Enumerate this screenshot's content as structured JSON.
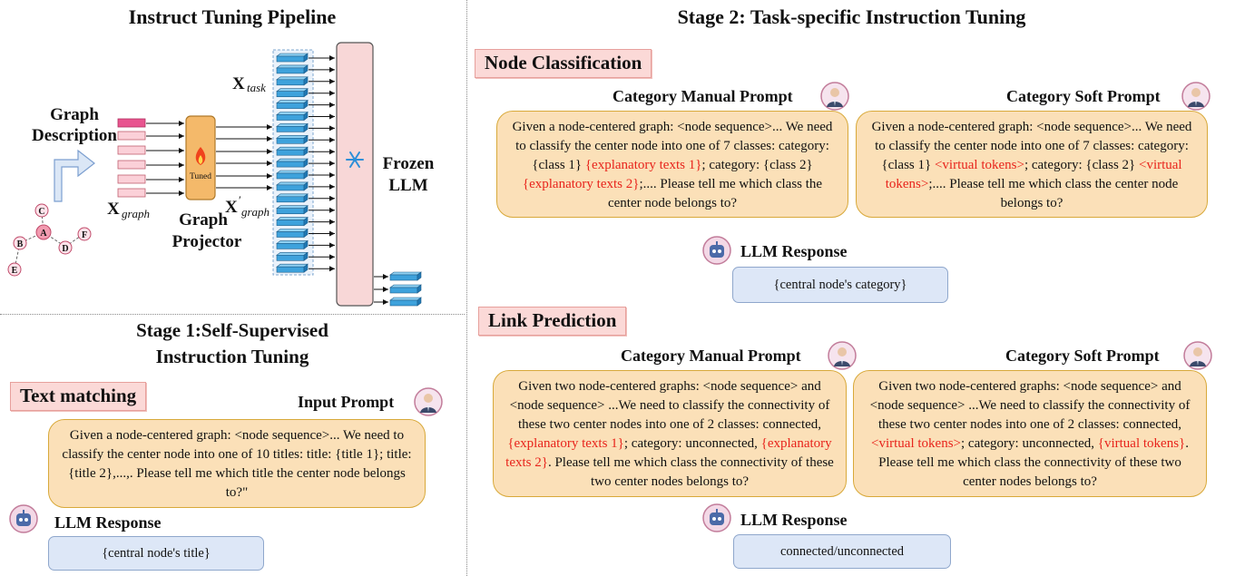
{
  "pipeline": {
    "title": "Instruct Tuning Pipeline",
    "graph_description": [
      "Graph",
      "Description"
    ],
    "x_graph": "X",
    "x_graph_sub": "graph",
    "x_task": "X",
    "x_task_sub": "task",
    "x_graph_prime": "X",
    "x_graph_prime_sub": "graph",
    "tuned_label": "Tuned",
    "projector_label": [
      "Graph",
      "Projector"
    ],
    "llm_label": [
      "Frozen",
      "LLM"
    ],
    "nodes": [
      "A",
      "B",
      "C",
      "D",
      "E",
      "F"
    ]
  },
  "stage1": {
    "title": [
      "Stage 1:Self-Supervised",
      "Instruction Tuning"
    ],
    "tag": "Text matching",
    "input_label": "Input Prompt",
    "prompt": "Given a node-centered graph: <node sequence>... We need to classify the center node into one of 10 titles: title: {title 1}; title: {title 2},...,. Please tell me which title the center node belongs to?\"",
    "response_label": "LLM Response",
    "response": "{central node's title}"
  },
  "stage2": {
    "title": "Stage 2: Task-specific Instruction Tuning",
    "node_classification": {
      "tag": "Node Classification",
      "manual_label": "Category Manual Prompt",
      "soft_label": "Category Soft Prompt",
      "manual_prompt": {
        "p1": "Given a node-centered graph: <node sequence>... We need to classify the center node into one of 7 classes: category: {class 1} ",
        "r1": "{explanatory texts 1}",
        "p2": "; category: {class 2} ",
        "r2": "{explanatory texts 2}",
        "p3": ";.... Please tell me which class the center node belongs to?"
      },
      "soft_prompt": {
        "p1": "Given a node-centered graph: <node sequence>... We need to classify the center node into one of 7 classes: category: {class 1} ",
        "r1": "<virtual tokens>",
        "p2": "; category: {class 2} ",
        "r2": "<virtual tokens>",
        "p3": ";.... Please tell me which class the center node belongs to?"
      },
      "response_label": "LLM Response",
      "response": "{central node's category}"
    },
    "link_prediction": {
      "tag": "Link Prediction",
      "manual_label": "Category Manual Prompt",
      "soft_label": "Category Soft Prompt",
      "manual_prompt": {
        "p1": "Given two node-centered graphs: <node sequence> and <node sequence> ...We need to classify the connectivity of these two center nodes into one of 2 classes: connected, ",
        "r1": "{explanatory texts 1}",
        "p2": "; category: unconnected, ",
        "r2": "{explanatory texts 2}",
        "p3": ". Please tell me which class the connectivity of these two center nodes belongs to?"
      },
      "soft_prompt": {
        "p1": "Given two node-centered graphs: <node sequence> and <node sequence> ...We need to classify the connectivity of these two center nodes into one of 2 classes: connected, ",
        "r1": "<virtual tokens>",
        "p2": "; category: unconnected, ",
        "r2": "{virtual tokens}",
        "p3": ". Please tell me which class the connectivity of these two center nodes belongs to?"
      },
      "response_label": "LLM Response",
      "response": "connected/unconnected"
    }
  },
  "colors": {
    "prompt_fill": "#fbe0b8",
    "response_fill": "#dde7f7",
    "tag_fill": "#fbd9d7",
    "highlight": "#e8241c",
    "token_blue": "#3ea2dc",
    "graph_token_pink": "#f29bb0"
  },
  "icons": [
    "person-avatar-icon",
    "robot-avatar-icon",
    "fire-icon",
    "snowflake-icon"
  ]
}
